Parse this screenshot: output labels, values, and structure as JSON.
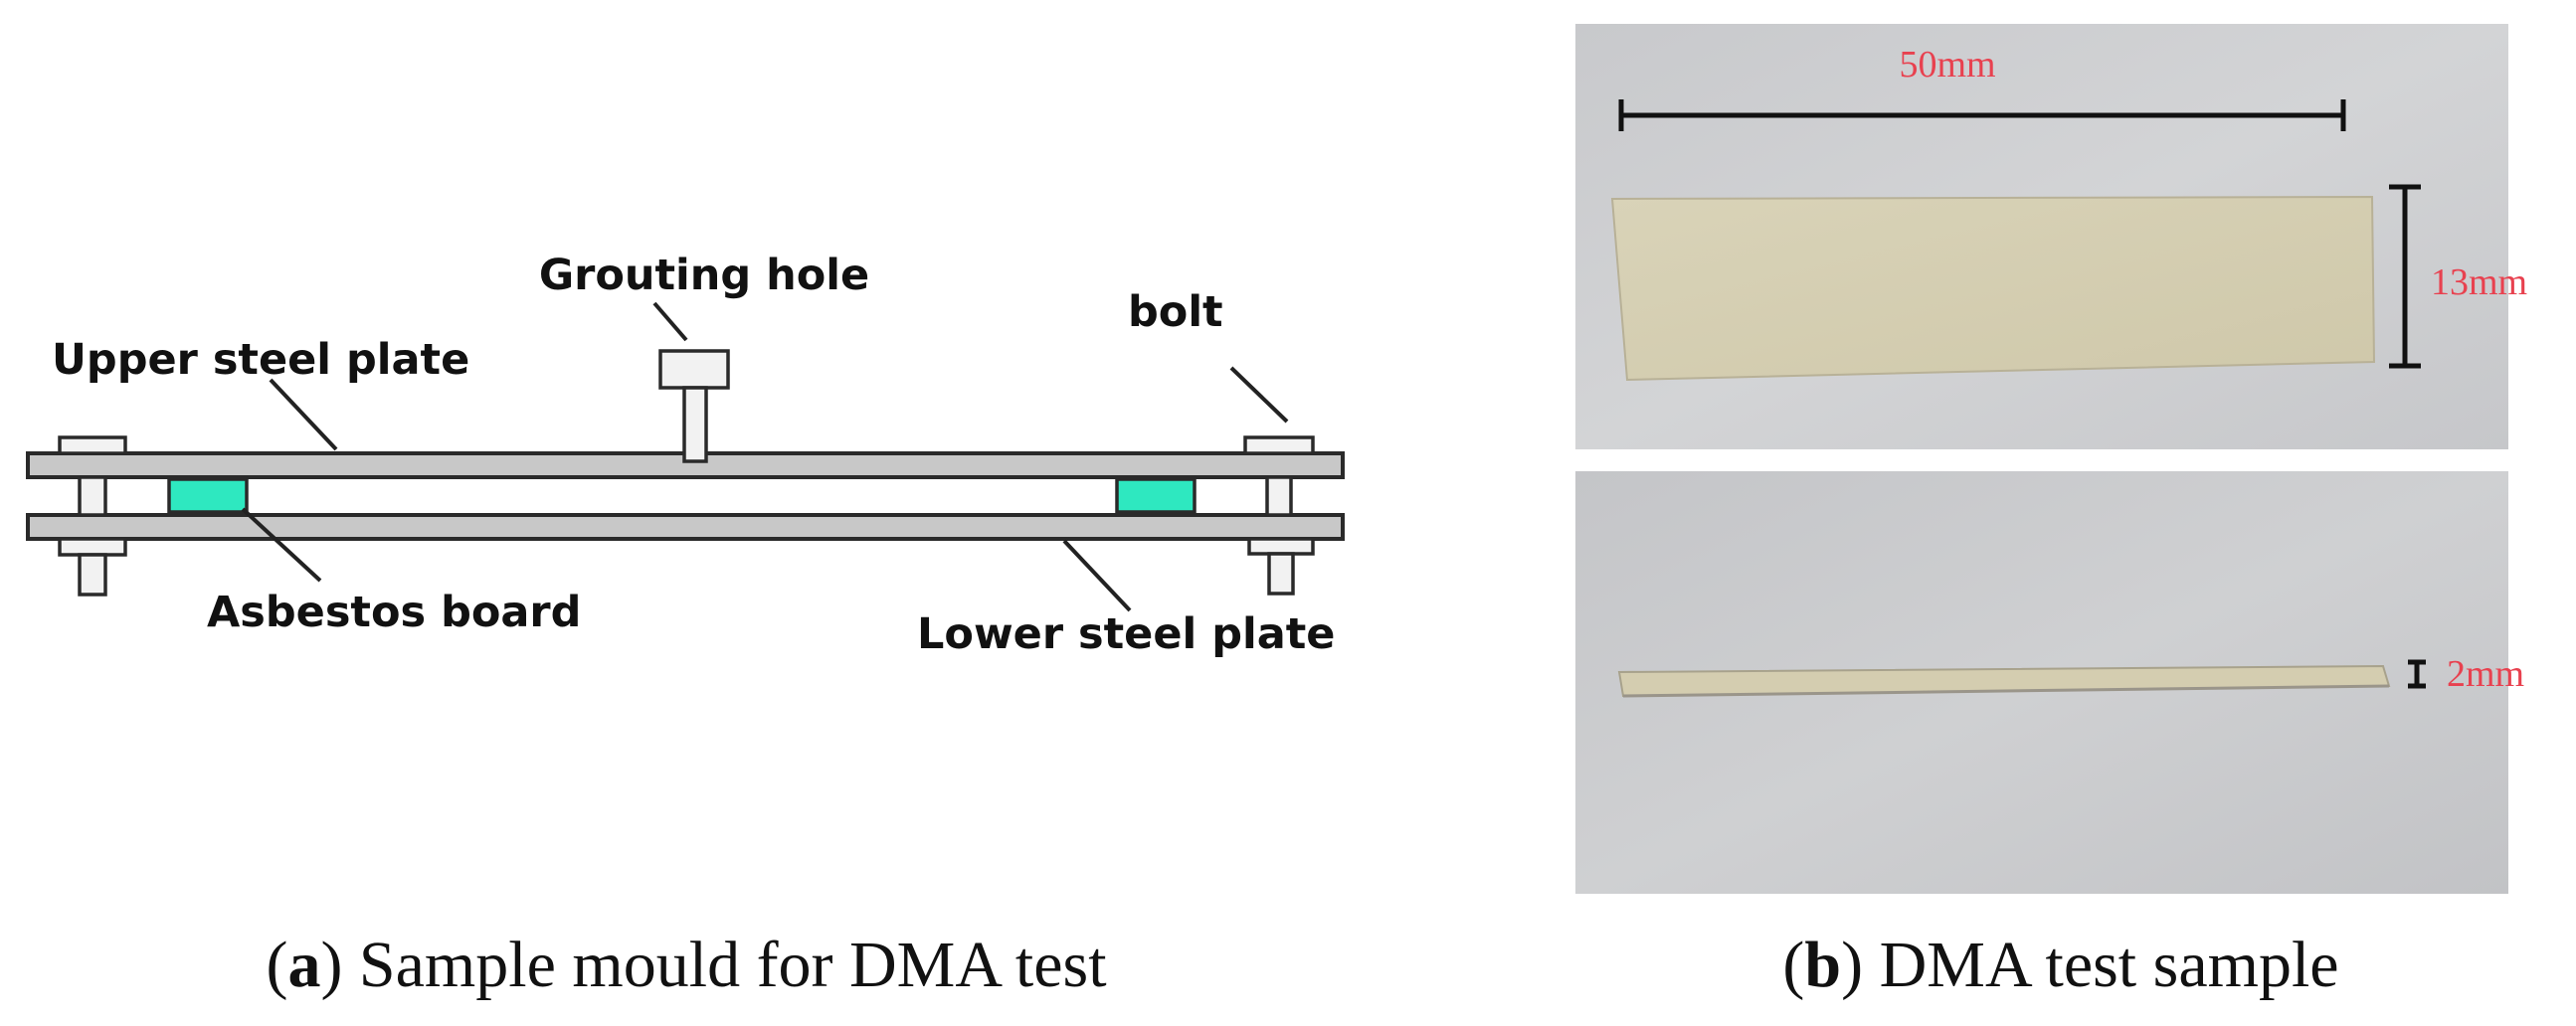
{
  "panel_a": {
    "labels": {
      "grouting_hole": "Grouting hole",
      "upper_steel_plate": "Upper steel plate",
      "bolt": "bolt",
      "asbestos_board": "Asbestos board",
      "lower_steel_plate": "Lower steel plate"
    },
    "caption": {
      "letter": "a",
      "text": " Sample mould for DMA test"
    }
  },
  "panel_b": {
    "top_photo": {
      "length_label": "50mm",
      "width_label": "13mm"
    },
    "bottom_photo": {
      "thickness_label": "2mm"
    },
    "caption": {
      "letter": "b",
      "text": " DMA test sample"
    }
  },
  "colors": {
    "steel_plate": "#c8c8c8",
    "asbestos_board": "#2ee8c0",
    "dimension_text": "#e8414f",
    "photo_background": "#cfd0d2",
    "sample": "#d6cfb2"
  }
}
